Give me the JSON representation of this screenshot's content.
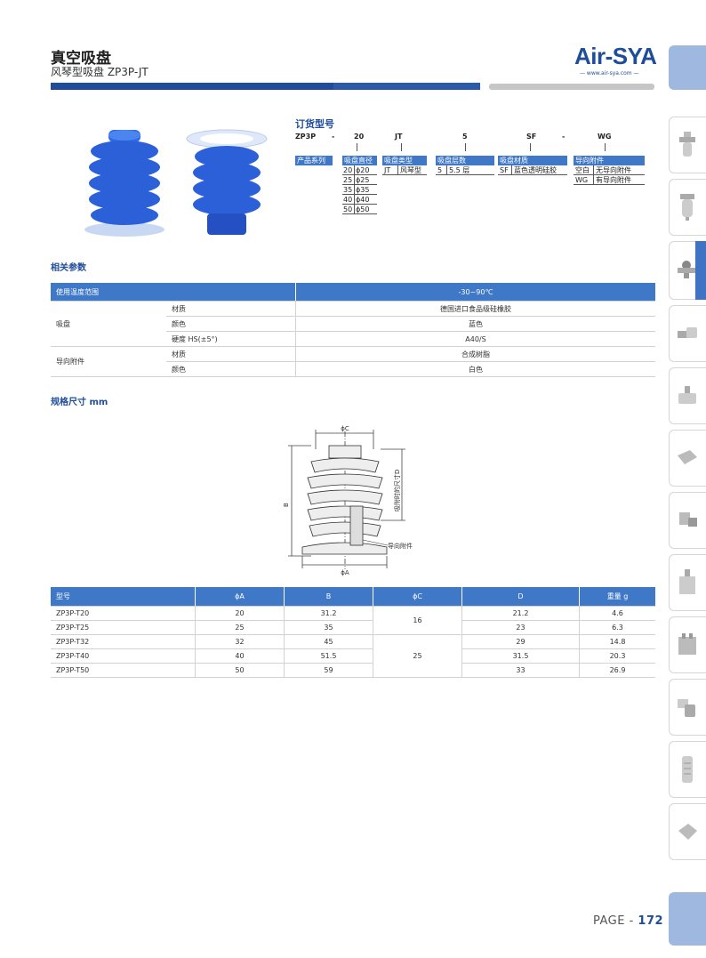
{
  "header": {
    "title": "真空吸盘",
    "subtitle": "风琴型吸盘 ZP3P-JT",
    "brand": "Air-SYA",
    "brand_url": "— www.air-sya.com —"
  },
  "order": {
    "title": "订货型号",
    "codes": [
      "ZP3P",
      "-",
      "20",
      "JT",
      "5",
      "SF",
      "-",
      "WG"
    ],
    "series_label": "产品系列",
    "diameter": {
      "head": "吸盘直径",
      "rows": [
        [
          "20",
          "ϕ20"
        ],
        [
          "25",
          "ϕ25"
        ],
        [
          "35",
          "ϕ35"
        ],
        [
          "40",
          "ϕ40"
        ],
        [
          "50",
          "ϕ50"
        ]
      ]
    },
    "type": {
      "head": "吸盘类型",
      "rows": [
        [
          "JT",
          "风琴型"
        ]
      ]
    },
    "layers": {
      "head": "吸盘层数",
      "rows": [
        [
          "5",
          "5.5 层"
        ]
      ]
    },
    "material": {
      "head": "吸盘材质",
      "rows": [
        [
          "SF",
          "蓝色透明硅胶"
        ]
      ]
    },
    "attachment": {
      "head": "导向附件",
      "rows": [
        [
          "空白",
          "无导向附件"
        ],
        [
          "WG",
          "有导向附件"
        ]
      ]
    }
  },
  "params": {
    "title": "相关参数",
    "header_label": "使用温度范围",
    "header_value": "-30~90℃",
    "groups": [
      {
        "name": "吸盘",
        "rows": [
          [
            "材质",
            "德国进口食品级硅橡胶"
          ],
          [
            "颜色",
            "蓝色"
          ],
          [
            "硬度 HS(±5°)",
            "A40/S"
          ]
        ]
      },
      {
        "name": "导向附件",
        "rows": [
          [
            "材质",
            "合成树脂"
          ],
          [
            "颜色",
            "白色"
          ]
        ]
      }
    ]
  },
  "dims": {
    "title": "规格尺寸 mm",
    "drawing": {
      "phiC": "ϕC",
      "phiA": "ϕA",
      "B": "B",
      "D": "吸附时的尺寸D",
      "guide": "导向附件"
    },
    "columns": [
      "型号",
      "ϕA",
      "B",
      "ϕC",
      "D",
      "重量 g"
    ],
    "rows": [
      [
        "ZP3P-T20",
        "20",
        "31.2",
        "16",
        "21.2",
        "4.6"
      ],
      [
        "ZP3P-T25",
        "25",
        "35",
        "",
        "23",
        "6.3"
      ],
      [
        "ZP3P-T32",
        "32",
        "45",
        "25",
        "29",
        "14.8"
      ],
      [
        "ZP3P-T40",
        "40",
        "51.5",
        "",
        "31.5",
        "20.3"
      ],
      [
        "ZP3P-T50",
        "50",
        "59",
        "",
        "33",
        "26.9"
      ]
    ]
  },
  "page": {
    "label": "PAGE - ",
    "number": "172"
  },
  "colors": {
    "accent": "#1f4d9b",
    "table_head": "#3f78c6",
    "tab": "#9fb8e0"
  }
}
